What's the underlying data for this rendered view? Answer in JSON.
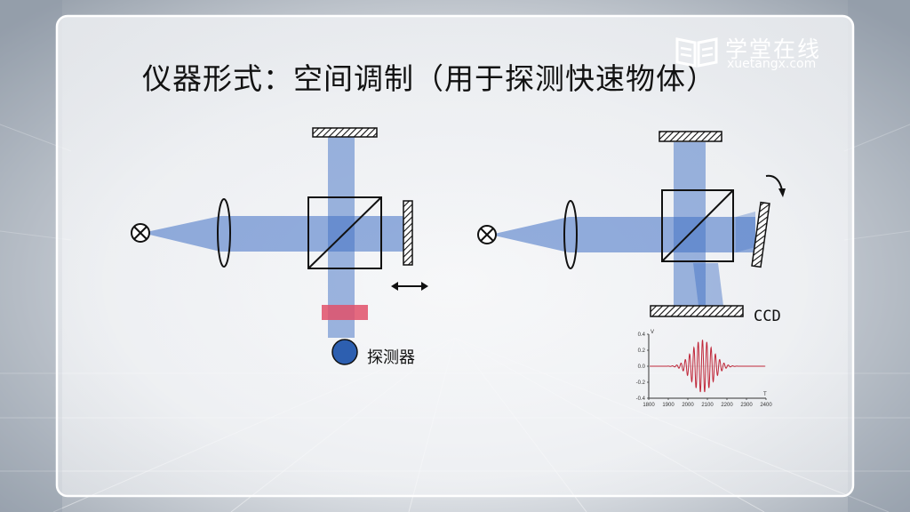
{
  "slide": {
    "title": "仪器形式：空间调制（用于探测快速物体）",
    "detector_label": "探测器",
    "ccd_label": "CCD"
  },
  "logo": {
    "text": "学堂在线",
    "subtext": "xuetangx.com",
    "icon": "open-book-icon"
  },
  "colors": {
    "beam": "#3f6fc4",
    "filter": "#e0506a",
    "detector": "#2d5fb0",
    "signal": "#c0283a"
  },
  "chart_data": {
    "type": "line",
    "title": "",
    "xlabel": "T",
    "ylabel": "V",
    "xlim": [
      1800,
      2400
    ],
    "ylim": [
      -0.4,
      0.4
    ],
    "xticks": [
      1800,
      1900,
      2000,
      2100,
      2200,
      2300,
      2400
    ],
    "yticks": [
      0.4,
      0.2,
      0.0,
      -0.2,
      -0.4
    ],
    "xtick_labels": [
      "1800",
      "1900",
      "2000",
      "2100",
      "2200",
      "2300",
      "2400"
    ],
    "ytick_labels": [
      "0.4",
      "0.2",
      "0.0",
      "-0.2",
      "-0.4"
    ],
    "series": [
      {
        "center": 2075,
        "envelope_width": 75,
        "amplitude": 0.33,
        "period": 22
      }
    ]
  }
}
